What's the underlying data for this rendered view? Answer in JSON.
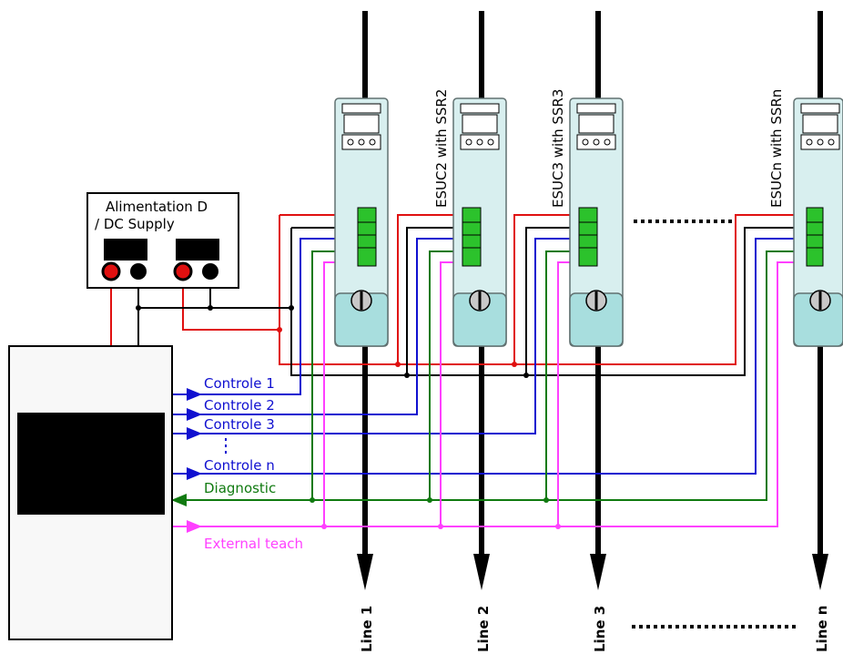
{
  "supply": {
    "title_line1": "Alimentation D",
    "title_line2": "/ DC Supply"
  },
  "modules": [
    {
      "label": "",
      "line": "Line 1"
    },
    {
      "label": "ESUC2 with SSR2",
      "line": "Line 2"
    },
    {
      "label": "ESUC3 with SSR3",
      "line": "Line 3"
    },
    {
      "label": "ESUCn with SSRn",
      "line": "Line n"
    }
  ],
  "signals": {
    "control_1": "Controle 1",
    "control_2": "Controle 2",
    "control_3": "Controle 3",
    "control_n": "Controle n",
    "diagnostic": "Diagnostic",
    "external_teach": "External teach"
  },
  "colors": {
    "red": "#e01010",
    "black": "#000000",
    "blue": "#1010d0",
    "green": "#107a10",
    "magenta": "#ff40ff",
    "module_body": "#d8efef",
    "terminal_green": "#2cc22c"
  }
}
